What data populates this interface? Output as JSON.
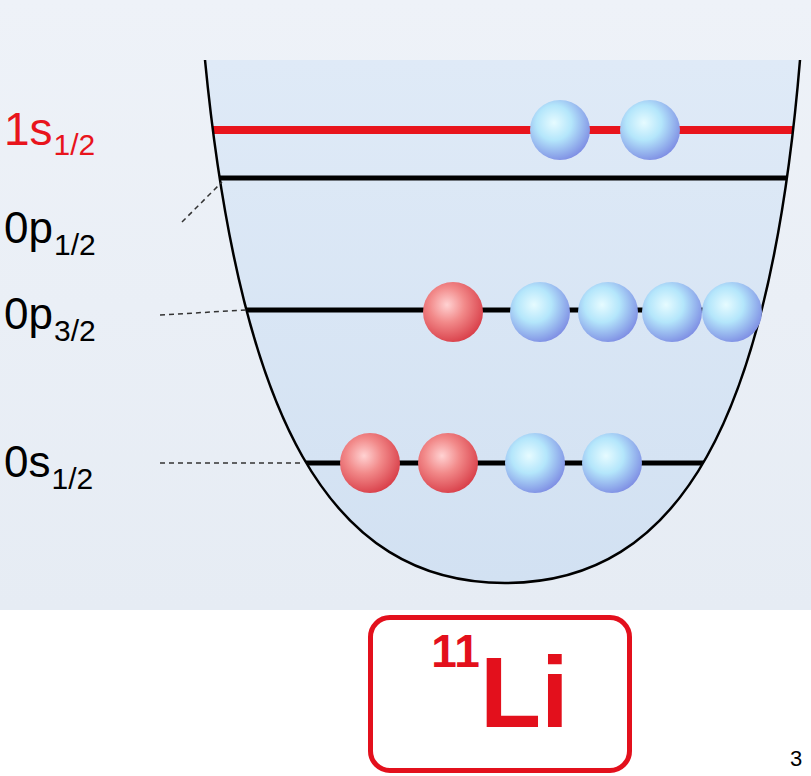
{
  "diagram": {
    "nodes": [
      {
        "text": [
          "11",
          "Li"
        ]
      }
    ],
    "labels": [
      "1s",
      "1/2",
      "0p",
      "1/2",
      "0p",
      "3/2",
      "0s",
      "1/2",
      "3"
    ]
  }
}
